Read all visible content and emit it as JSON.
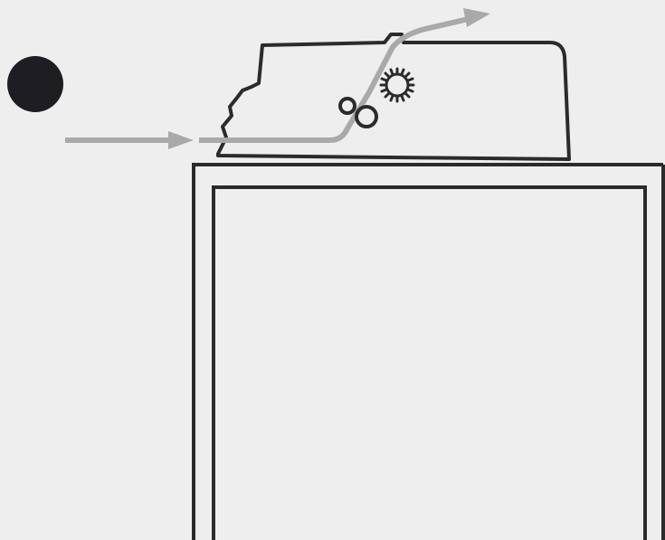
{
  "diagram": {
    "description_elements": [
      "black-dot",
      "incoming-arrow",
      "machine-housing",
      "feed-path-arrow",
      "rollers",
      "gear",
      "table"
    ]
  },
  "colors": {
    "background": "#eeeeee",
    "outline": "#2b2b2b",
    "arrow": "#a9a9a9",
    "dot": "#1e1e22"
  },
  "icons": {
    "dot": "black-circle-icon",
    "gear": "gear-icon",
    "arrow": "arrow-icon"
  }
}
